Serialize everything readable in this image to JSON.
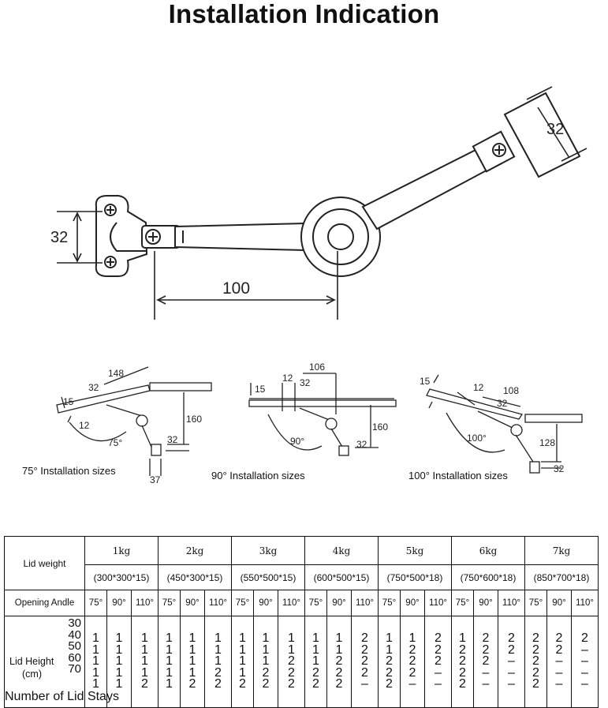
{
  "title": "Installation Indication",
  "main_drawing": {
    "dim_mount": "32",
    "dim_length": "100",
    "dim_top": "32"
  },
  "diagrams": [
    {
      "caption": "75° Installation sizes",
      "dims": [
        "148",
        "32",
        "15",
        "12",
        "160",
        "32",
        "37"
      ],
      "angle": "75°"
    },
    {
      "caption": "90° Installation sizes",
      "dims": [
        "106",
        "12",
        "32",
        "15",
        "160",
        "32"
      ],
      "angle": "90°"
    },
    {
      "caption": "100° Installation sizes",
      "dims": [
        "15",
        "12",
        "108",
        "32",
        "128",
        "32"
      ],
      "angle": "100°"
    }
  ],
  "table": {
    "lid_weight_label": "Lid weight",
    "weights": [
      "1kg",
      "2kg",
      "3kg",
      "4kg",
      "5kg",
      "6kg",
      "7kg"
    ],
    "sizes": [
      "(300*300*15)",
      "(450*300*15)",
      "(550*500*15)",
      "(600*500*15)",
      "(750*500*18)",
      "(750*600*18)",
      "(850*700*18)"
    ],
    "opening_angle_label": "Opening Andle",
    "angles": [
      "75°",
      "90°",
      "110°"
    ],
    "lid_height_label": "Lid Height",
    "lid_height_unit": "(cm)",
    "heights": [
      "30",
      "40",
      "50",
      "60",
      "70"
    ],
    "values": [
      [
        [
          "1",
          "1",
          "1",
          "1",
          "1"
        ],
        [
          "1",
          "1",
          "1",
          "1",
          "1"
        ],
        [
          "1",
          "1",
          "1",
          "1",
          "2"
        ]
      ],
      [
        [
          "1",
          "1",
          "1",
          "1",
          "1"
        ],
        [
          "1",
          "1",
          "1",
          "1",
          "2"
        ],
        [
          "1",
          "1",
          "1",
          "2",
          "2"
        ]
      ],
      [
        [
          "1",
          "1",
          "1",
          "1",
          "2"
        ],
        [
          "1",
          "1",
          "1",
          "2",
          "2"
        ],
        [
          "1",
          "1",
          "2",
          "2",
          "2"
        ]
      ],
      [
        [
          "1",
          "1",
          "1",
          "2",
          "2"
        ],
        [
          "1",
          "1",
          "2",
          "2",
          "2"
        ],
        [
          "2",
          "2",
          "2",
          "2",
          "–"
        ]
      ],
      [
        [
          "1",
          "1",
          "2",
          "2",
          "2"
        ],
        [
          "1",
          "2",
          "2",
          "2",
          "–"
        ],
        [
          "2",
          "2",
          "2",
          "–",
          "–"
        ]
      ],
      [
        [
          "1",
          "2",
          "2",
          "2",
          "2"
        ],
        [
          "2",
          "2",
          "2",
          "–",
          "–"
        ],
        [
          "2",
          "2",
          "–",
          "–",
          "–"
        ]
      ],
      [
        [
          "2",
          "2",
          "2",
          "2",
          "2"
        ],
        [
          "2",
          "2",
          "–",
          "–",
          "–"
        ],
        [
          "2",
          "–",
          "–",
          "–",
          "–"
        ]
      ]
    ]
  },
  "caption": "Number of Lid Stays"
}
